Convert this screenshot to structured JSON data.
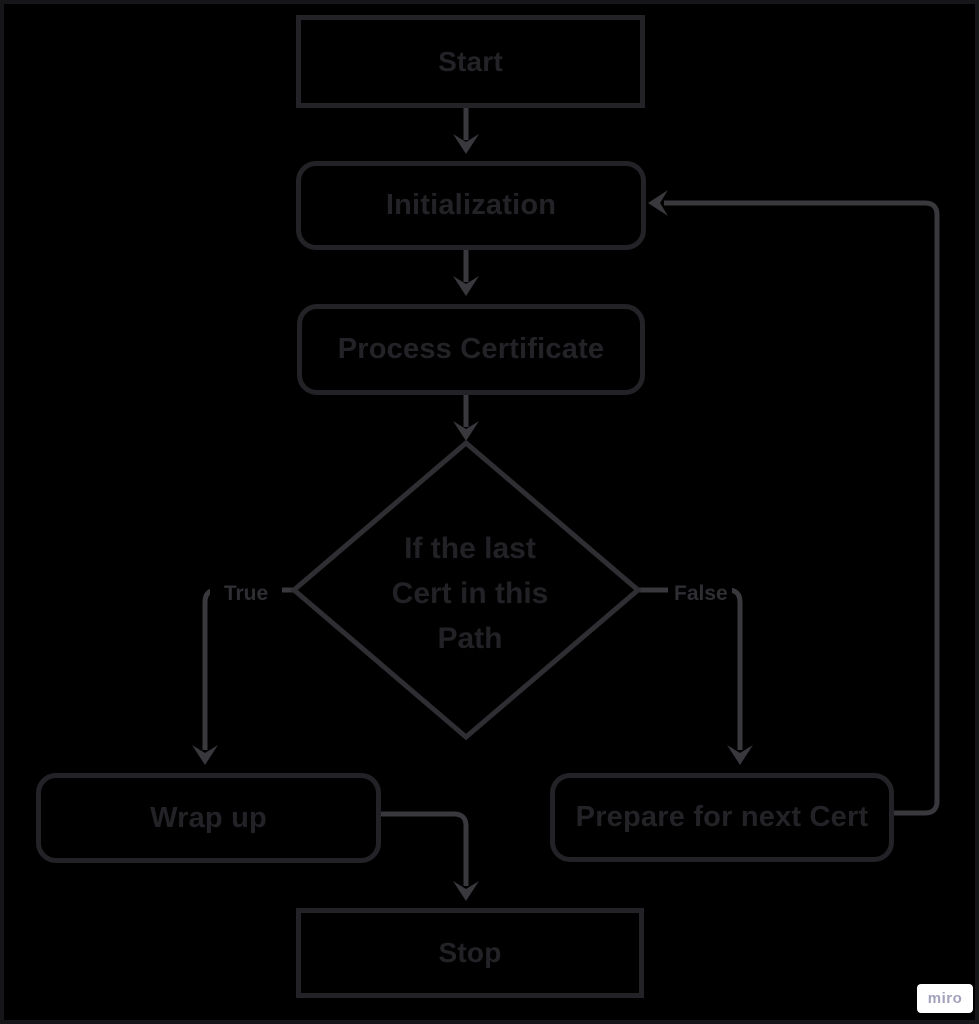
{
  "diagram": {
    "title": "certificate-processing-flowchart",
    "nodes": {
      "start": {
        "label": "Start",
        "shape": "rectangle"
      },
      "initialization": {
        "label": "Initialization",
        "shape": "rounded-rectangle"
      },
      "process_certificate": {
        "label": "Process Certificate",
        "shape": "rounded-rectangle"
      },
      "decision": {
        "label": "If the last Cert in this Path",
        "lines": [
          "If the last",
          "Cert in this",
          "Path"
        ],
        "shape": "diamond"
      },
      "wrap_up": {
        "label": "Wrap up",
        "shape": "rounded-rectangle"
      },
      "prepare_next_cert": {
        "label": "Prepare for next Cert",
        "shape": "rounded-rectangle"
      },
      "stop": {
        "label": "Stop",
        "shape": "rectangle"
      }
    },
    "edges": [
      {
        "from": "start",
        "to": "initialization",
        "label": ""
      },
      {
        "from": "initialization",
        "to": "process_certificate",
        "label": ""
      },
      {
        "from": "process_certificate",
        "to": "decision",
        "label": ""
      },
      {
        "from": "decision",
        "to": "wrap_up",
        "label": "True"
      },
      {
        "from": "decision",
        "to": "prepare_next_cert",
        "label": "False"
      },
      {
        "from": "wrap_up",
        "to": "stop",
        "label": ""
      },
      {
        "from": "prepare_next_cert",
        "to": "initialization",
        "label": ""
      }
    ],
    "edge_labels": {
      "true": "True",
      "false": "False"
    },
    "colors": {
      "background": "#000000",
      "frame": "#161618",
      "box_stroke": "#232327",
      "diamond_stroke": "#2e2e33",
      "connector": "#38383d",
      "node_text": "#232327",
      "edge_label_text": "#2e2e33"
    }
  },
  "watermark": {
    "label": "miro",
    "background": "#ffffff",
    "text_color": "#a2a2bc"
  }
}
